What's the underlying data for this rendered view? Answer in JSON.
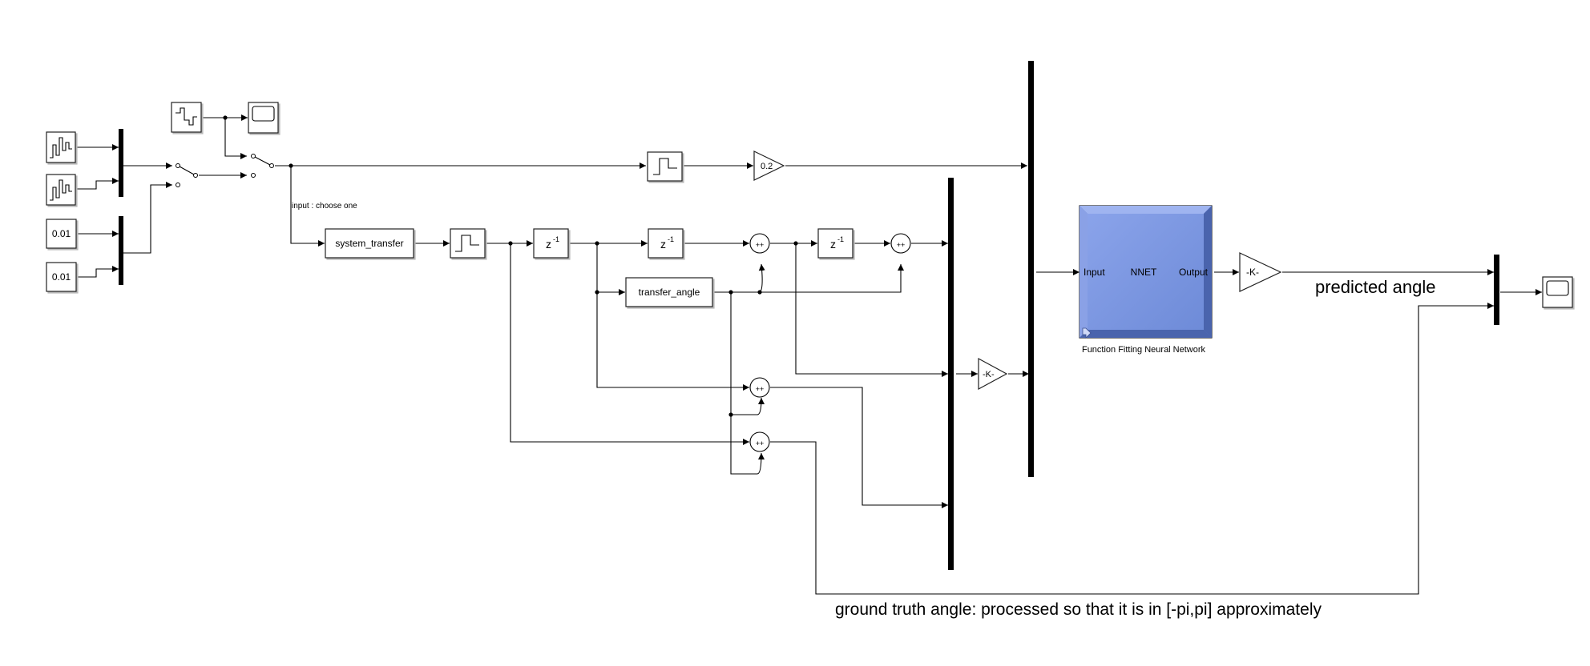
{
  "blocks": {
    "const_1": "0.01",
    "const_2": "0.01",
    "gain_02": "0.2",
    "gain_k_mid": "-K-",
    "gain_k_out": "-K-",
    "system_transfer": "system_transfer",
    "transfer_angle": "transfer_angle",
    "unit_delay": "z",
    "unit_delay_exp": "-1",
    "sum_signs": "++"
  },
  "nnet": {
    "input_port": "Input",
    "title": "NNET",
    "output_port": "Output",
    "caption": "Function Fitting Neural Network",
    "color": "#7b96e0"
  },
  "annotations": {
    "input_choice": "input : choose one",
    "predicted_angle": "predicted angle",
    "ground_truth": "ground truth angle: processed so that it is in [-pi,pi] approximately"
  }
}
